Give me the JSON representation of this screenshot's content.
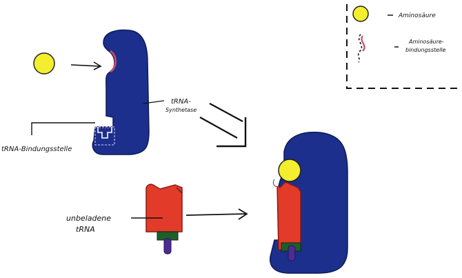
{
  "legend": {
    "amino_acid": "Aminosäure",
    "binding_site_line1": "Aminosäure-",
    "binding_site_line2": "bindungsstelle"
  },
  "labels": {
    "synthetase_line1": "tRNA-",
    "synthetase_line2": "Synthetase",
    "trna_binding_site": "tRNA-Bindungsstelle",
    "uncharged_line1": "unbeladene",
    "uncharged_line2": "tRNA"
  },
  "colors": {
    "enzyme": "#1c2f8c",
    "amino_acid": "#f3ee2e",
    "trna": "#e23b2a",
    "binding_site": "#c64a6a",
    "anticodon": "#4a2d8f",
    "acceptor": "#1e5e2a"
  }
}
